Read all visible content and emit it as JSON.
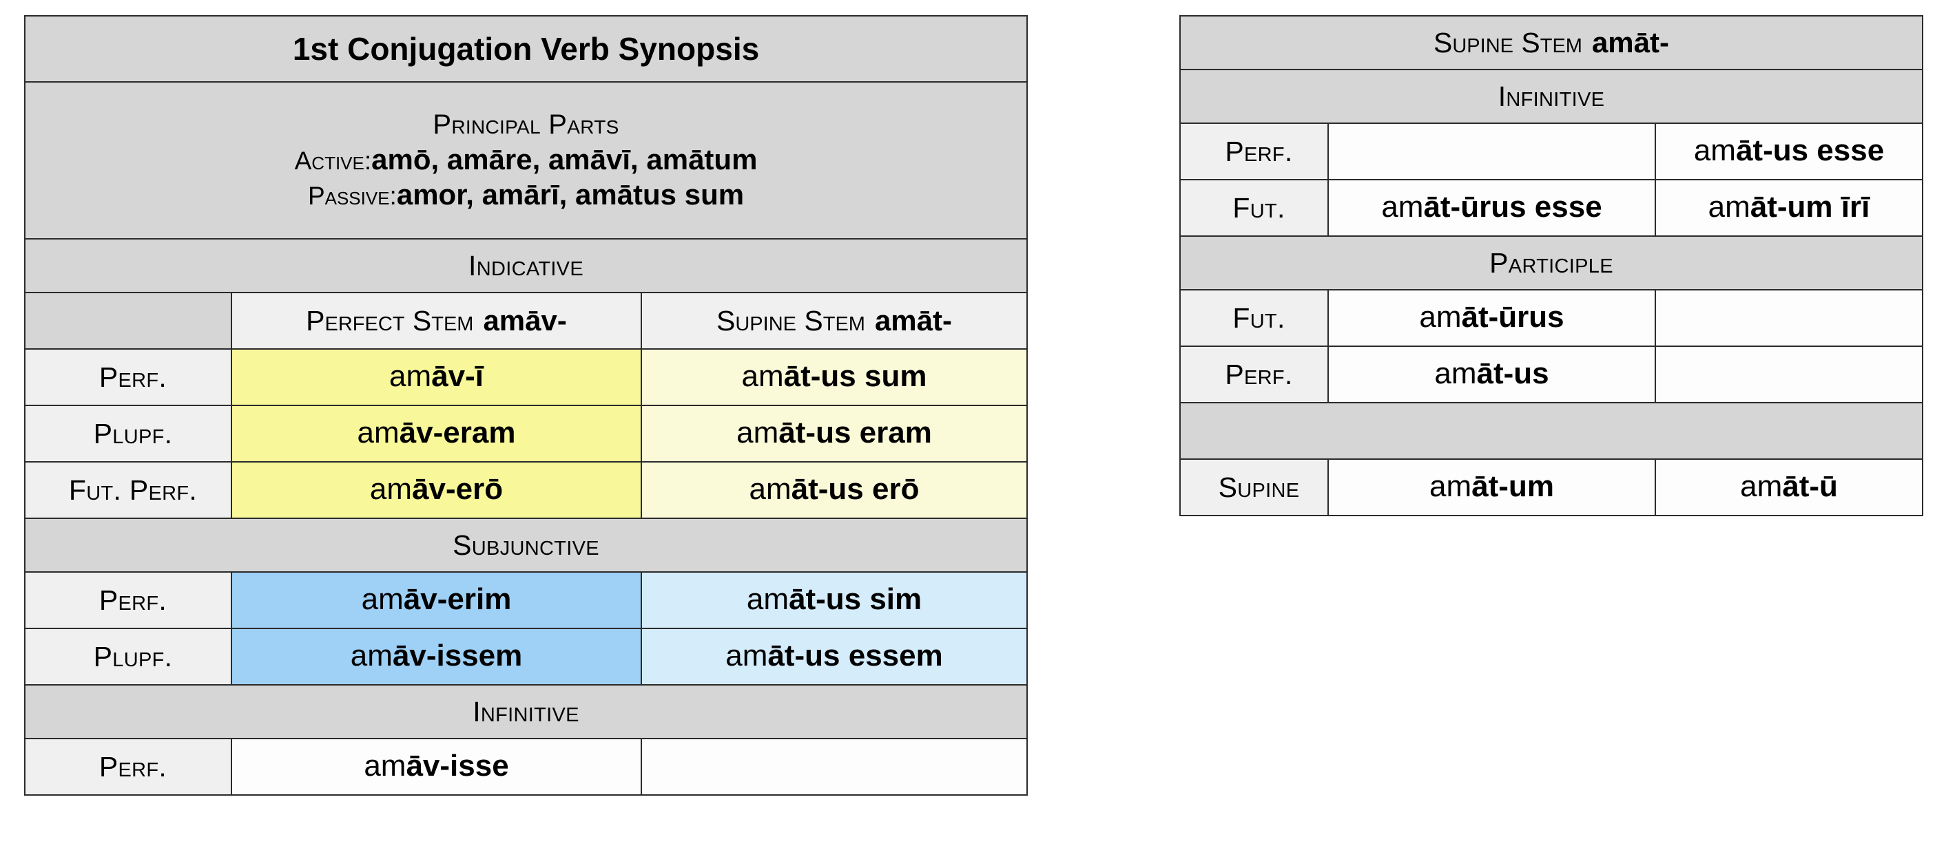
{
  "left_table": {
    "title": "1st  Conjugation Verb Synopsis",
    "principal_parts": {
      "heading": "Principal Parts",
      "active_label": "Active:",
      "active_forms": "amō, amāre, amāvī, amātum",
      "passive_label": "Passive:",
      "passive_forms": "amor, amārī, amātus sum"
    },
    "sections": {
      "indicative": "Indicative",
      "subjunctive": "Subjunctive",
      "infinitive": "Infinitive"
    },
    "column_headers": {
      "blank": "",
      "perfect_stem_label": "Perfect Stem",
      "perfect_stem_form": "amāv-",
      "supine_stem_label": "Supine Stem",
      "supine_stem_form": "amāt-"
    },
    "indicative_rows": [
      {
        "label": "Perf.",
        "perfect": {
          "lite": "am",
          "bold": "āv-ī"
        },
        "supine": {
          "lite": "am",
          "bold": "āt-us sum"
        }
      },
      {
        "label": "Plupf.",
        "perfect": {
          "lite": "am",
          "bold": "āv-eram"
        },
        "supine": {
          "lite": "am",
          "bold": "āt-us eram"
        }
      },
      {
        "label": "Fut. Perf.",
        "perfect": {
          "lite": "am",
          "bold": "āv-erō"
        },
        "supine": {
          "lite": "am",
          "bold": "āt-us erō"
        }
      }
    ],
    "subjunctive_rows": [
      {
        "label": "Perf.",
        "perfect": {
          "lite": "am",
          "bold": "āv-erim"
        },
        "supine": {
          "lite": "am",
          "bold": "āt-us sim"
        }
      },
      {
        "label": "Plupf.",
        "perfect": {
          "lite": "am",
          "bold": "āv-issem"
        },
        "supine": {
          "lite": "am",
          "bold": "āt-us essem"
        }
      }
    ],
    "infinitive_rows": [
      {
        "label": "Perf.",
        "perfect": {
          "lite": "am",
          "bold": "āv-isse"
        },
        "supine": {
          "lite": "",
          "bold": ""
        }
      }
    ]
  },
  "right_table": {
    "header": {
      "supine_stem_label": "Supine Stem",
      "supine_stem_form": "amāt-"
    },
    "sections": {
      "infinitive": "Infinitive",
      "participle": "Participle",
      "spacer": ""
    },
    "infinitive_rows": [
      {
        "label": "Perf.",
        "col_a": {
          "lite": "",
          "bold": ""
        },
        "col_b": {
          "lite": "am",
          "bold": "āt-us esse"
        }
      },
      {
        "label": "Fut.",
        "col_a": {
          "lite": "am",
          "bold": "āt-ūrus esse"
        },
        "col_b": {
          "lite": "am",
          "bold": "āt-um īrī"
        }
      }
    ],
    "participle_rows": [
      {
        "label": "Fut.",
        "col_a": {
          "lite": "am",
          "bold": "āt-ūrus"
        },
        "col_b": {
          "lite": "",
          "bold": ""
        }
      },
      {
        "label": "Perf.",
        "col_a": {
          "lite": "am",
          "bold": "āt-us"
        },
        "col_b": {
          "lite": "",
          "bold": ""
        }
      }
    ],
    "supine_row": {
      "label": "Supine",
      "col_a": {
        "lite": "am",
        "bold": "āt-um"
      },
      "col_b": {
        "lite": "am",
        "bold": "āt-ū"
      }
    }
  },
  "colors": {
    "band_gray": "#d6d6d6",
    "row_label_gray": "#f0f0f0",
    "perfect_yellow": "#f8f89a",
    "supine_yellow": "#fafad9",
    "perfect_blue": "#9fd0f5",
    "supine_blue": "#d5ecfb",
    "border": "#2b2b2b",
    "page": "#ffffff"
  }
}
